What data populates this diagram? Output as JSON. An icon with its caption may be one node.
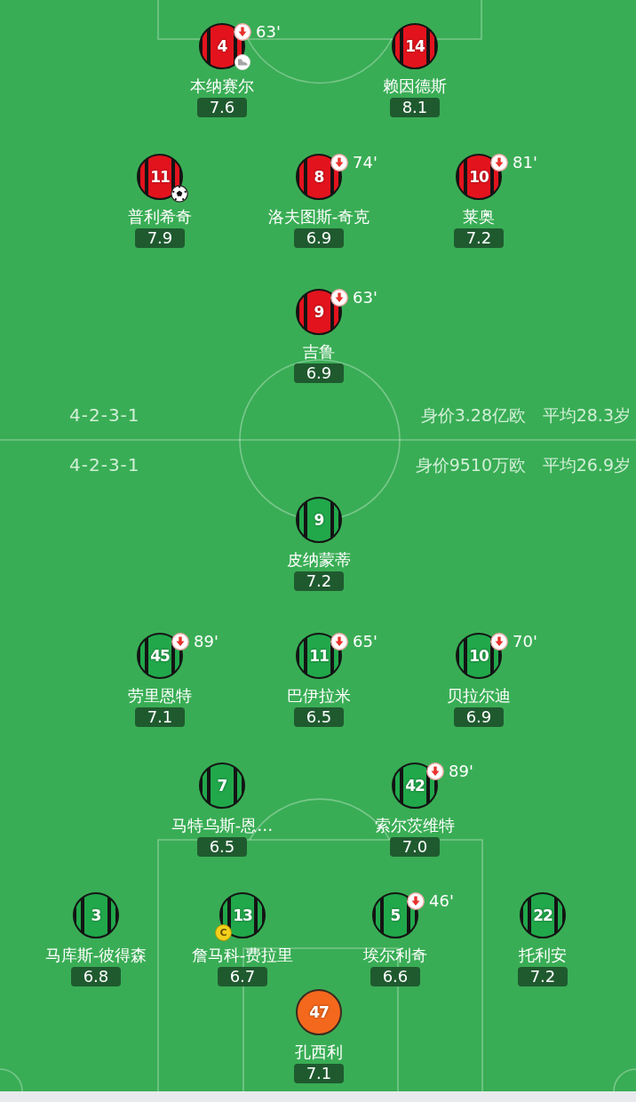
{
  "diagram": {
    "nodes": [
      {
        "text": [
          "4",
          "63'",
          "本纳赛尔",
          "7.6"
        ]
      },
      {
        "text": [
          "14",
          "赖因德斯",
          "8.1"
        ]
      },
      {
        "text": [
          "11",
          "普利希奇",
          "7.9"
        ]
      },
      {
        "text": [
          "8",
          "74'",
          "洛夫图斯-奇克",
          "6.9"
        ]
      },
      {
        "text": [
          "10",
          "81'",
          "莱奥",
          "7.2"
        ]
      },
      {
        "text": [
          "9",
          "63'",
          "吉鲁",
          "6.9"
        ]
      },
      {
        "text": [
          "9",
          "皮纳蒙蒂",
          "7.2"
        ]
      },
      {
        "text": [
          "45",
          "89'",
          "劳里恩特",
          "7.1"
        ]
      },
      {
        "text": [
          "11",
          "65'",
          "巴伊拉米",
          "6.5"
        ]
      },
      {
        "text": [
          "10",
          "70'",
          "贝拉尔迪",
          "6.9"
        ]
      },
      {
        "text": [
          "7",
          "马特乌斯-恩…",
          "6.5"
        ]
      },
      {
        "text": [
          "42",
          "89'",
          "索尔茨维特",
          "7.0"
        ]
      },
      {
        "text": [
          "3",
          "马库斯-彼得森",
          "6.8"
        ]
      },
      {
        "text": [
          "13",
          "C",
          "詹马科-费拉里",
          "6.7"
        ]
      },
      {
        "text": [
          "5",
          "46'",
          "埃尔利奇",
          "6.6"
        ]
      },
      {
        "text": [
          "22",
          "托利安",
          "7.2"
        ]
      },
      {
        "text": [
          "47",
          "孔西利",
          "7.1"
        ]
      }
    ],
    "labels": [
      "4-2-3-1",
      "身价3.28亿欧",
      "平均28.3岁",
      "4-2-3-1",
      "身价9510万欧",
      "平均26.9岁"
    ]
  }
}
